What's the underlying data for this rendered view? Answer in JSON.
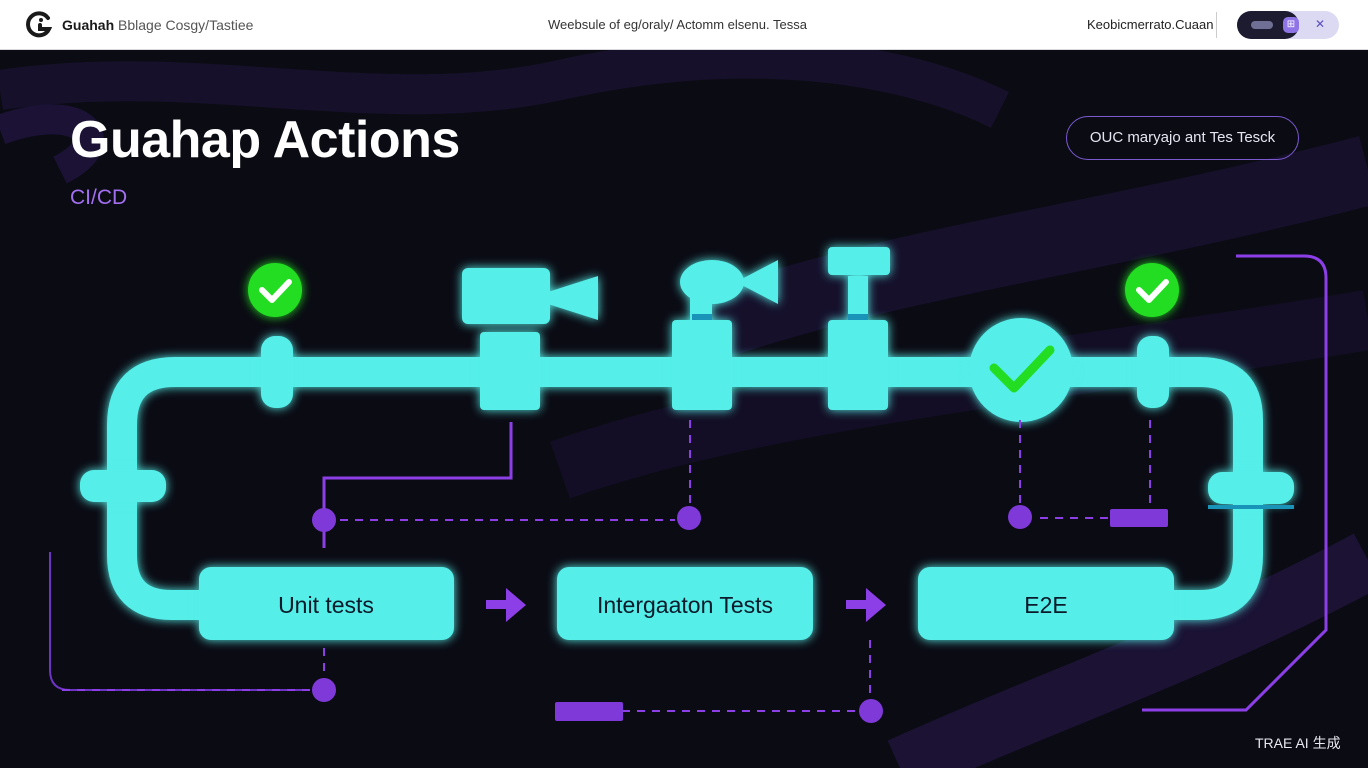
{
  "header": {
    "brand_name": "Guahah",
    "brand_sub": "Bblage Cosgy/Tastiee",
    "center_text": "Weebsule of eg/oraly/ Actomm elsenu. Tessa",
    "right_text": "Keobicmerrato.Cuaan"
  },
  "hero": {
    "title": "Guahap Actions",
    "subtitle": "CI/CD",
    "pill_label": "OUC maryajo ant Tes Tesck"
  },
  "pipeline": {
    "stages": [
      {
        "label": "Unit tests"
      },
      {
        "label": "Intergaaton Tests"
      },
      {
        "label": "E2E"
      }
    ]
  },
  "colors": {
    "pipe": "#55eee8",
    "accent_purple": "#8c3fe6",
    "check_green": "#22dd22",
    "background": "#0b0b14"
  },
  "watermark": "TRAE AI 生成"
}
